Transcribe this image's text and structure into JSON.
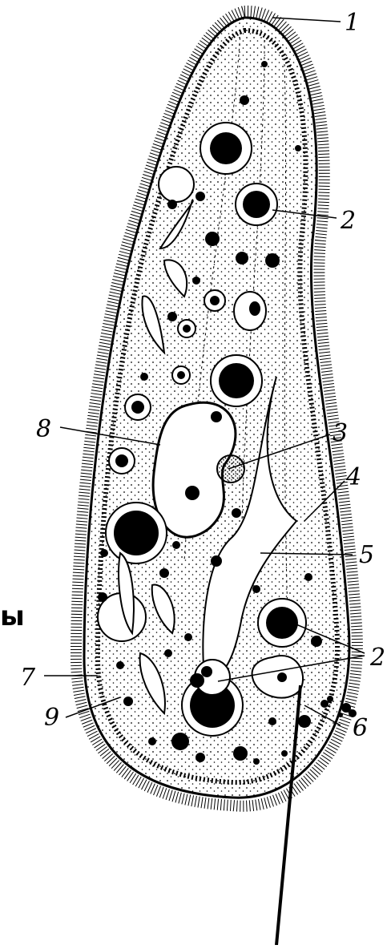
{
  "diagram": {
    "labels": [
      {
        "id": "n1",
        "text": "1"
      },
      {
        "id": "n2a",
        "text": "2"
      },
      {
        "id": "n2b",
        "text": "2"
      },
      {
        "id": "n3",
        "text": "3"
      },
      {
        "id": "n4",
        "text": "4"
      },
      {
        "id": "n5",
        "text": "5"
      },
      {
        "id": "n6",
        "text": "6"
      },
      {
        "id": "n7",
        "text": "7"
      },
      {
        "id": "n8",
        "text": "8"
      },
      {
        "id": "n9",
        "text": "9"
      }
    ],
    "side_text": "ы"
  }
}
